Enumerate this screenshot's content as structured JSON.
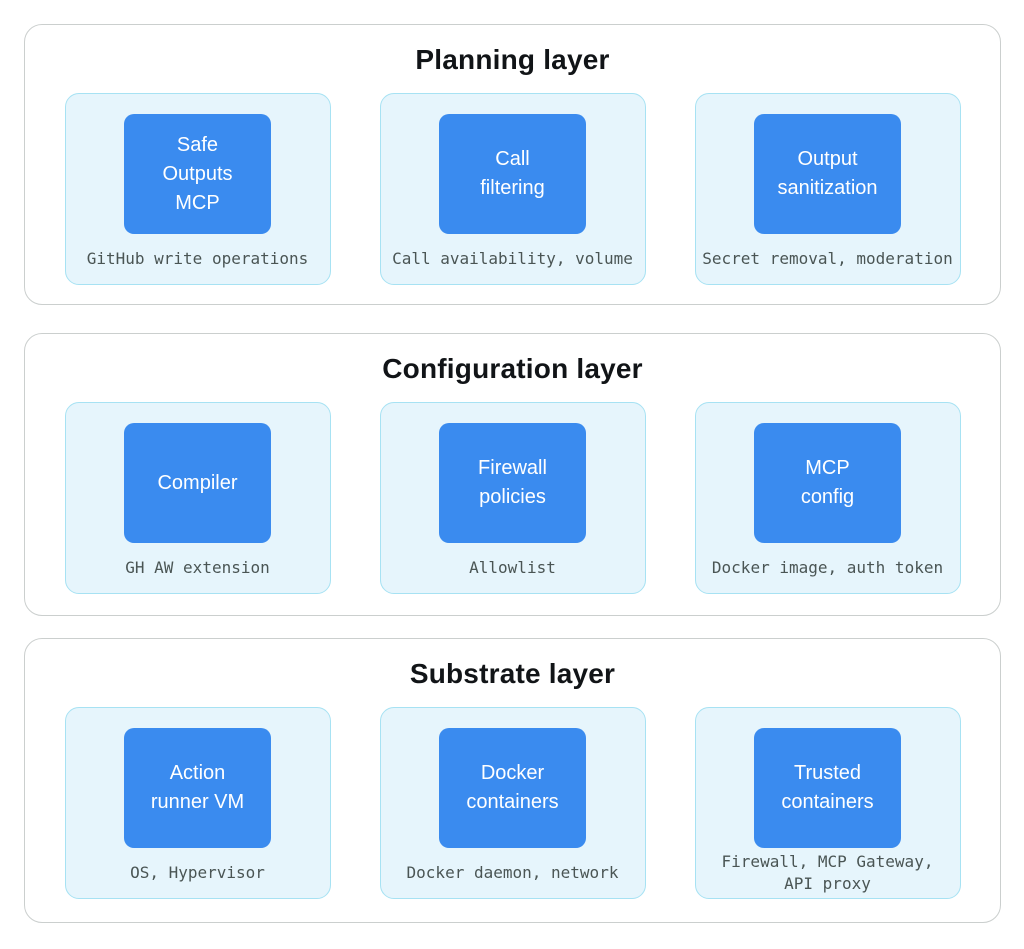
{
  "colors": {
    "node_fill": "#3a8bef",
    "node_text": "#ffffff",
    "card_fill": "#e6f5fc",
    "card_border": "#a7e2f3",
    "outer_border": "#cbcfce",
    "title_text": "#111417",
    "caption_text": "#4a5554"
  },
  "layers": [
    {
      "title": "Planning layer",
      "cards": [
        {
          "label": "Safe\nOutputs\nMCP",
          "caption": "GitHub write operations"
        },
        {
          "label": "Call\nfiltering",
          "caption": "Call availability, volume"
        },
        {
          "label": "Output\nsanitization",
          "caption": "Secret removal, moderation"
        }
      ]
    },
    {
      "title": "Configuration layer",
      "cards": [
        {
          "label": "Compiler",
          "caption": "GH AW extension"
        },
        {
          "label": "Firewall\npolicies",
          "caption": "Allowlist"
        },
        {
          "label": "MCP\nconfig",
          "caption": "Docker image, auth token"
        }
      ]
    },
    {
      "title": "Substrate layer",
      "cards": [
        {
          "label": "Action\nrunner VM",
          "caption": "OS, Hypervisor"
        },
        {
          "label": "Docker\ncontainers",
          "caption": "Docker daemon, network"
        },
        {
          "label": "Trusted\ncontainers",
          "caption": "Firewall, MCP Gateway,\nAPI proxy"
        }
      ]
    }
  ]
}
